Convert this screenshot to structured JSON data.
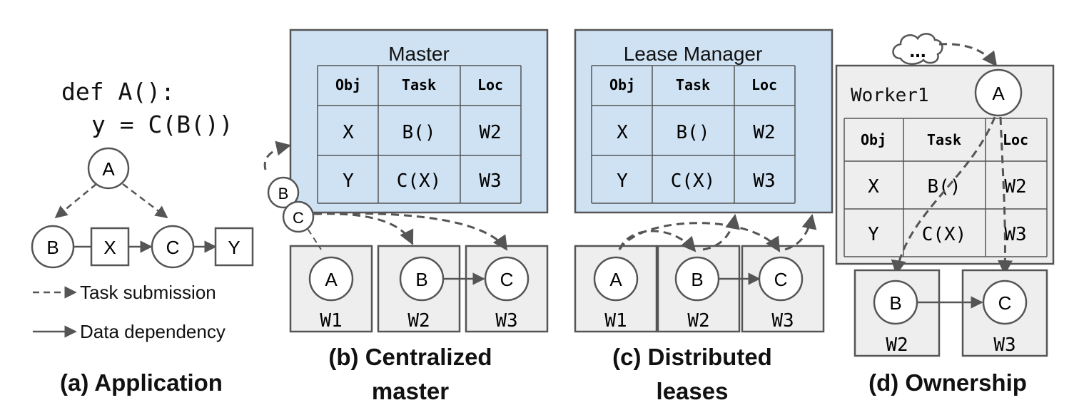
{
  "colors": {
    "stroke": "#555555",
    "blue_fill": "#cfe2f3",
    "gray_fill": "#eeeeee",
    "text": "#111111"
  },
  "app": {
    "code_line1": "def A():",
    "code_line2": "y = C(B())",
    "node_a": "A",
    "node_b": "B",
    "node_c": "C",
    "obj_x": "X",
    "obj_y": "Y",
    "legend_task": "Task submission",
    "legend_data": "Data dependency",
    "caption": "(a) Application"
  },
  "table": {
    "headers": [
      "Obj",
      "Task",
      "Loc"
    ],
    "rows": [
      [
        "X",
        "B()",
        "W2"
      ],
      [
        "Y",
        "C(X)",
        "W3"
      ]
    ]
  },
  "central": {
    "title": "Master",
    "workers": [
      "W1",
      "W2",
      "W3"
    ],
    "caption_line1": "(b) Centralized",
    "caption_line2": "master"
  },
  "leases": {
    "title": "Lease Manager",
    "workers": [
      "W1",
      "W2",
      "W3"
    ],
    "caption_line1": "(c) Distributed",
    "caption_line2": "leases"
  },
  "ownership": {
    "cloud_label": "...",
    "worker_label": "Worker1",
    "workers": [
      "W2",
      "W3"
    ],
    "caption": "(d) Ownership"
  }
}
